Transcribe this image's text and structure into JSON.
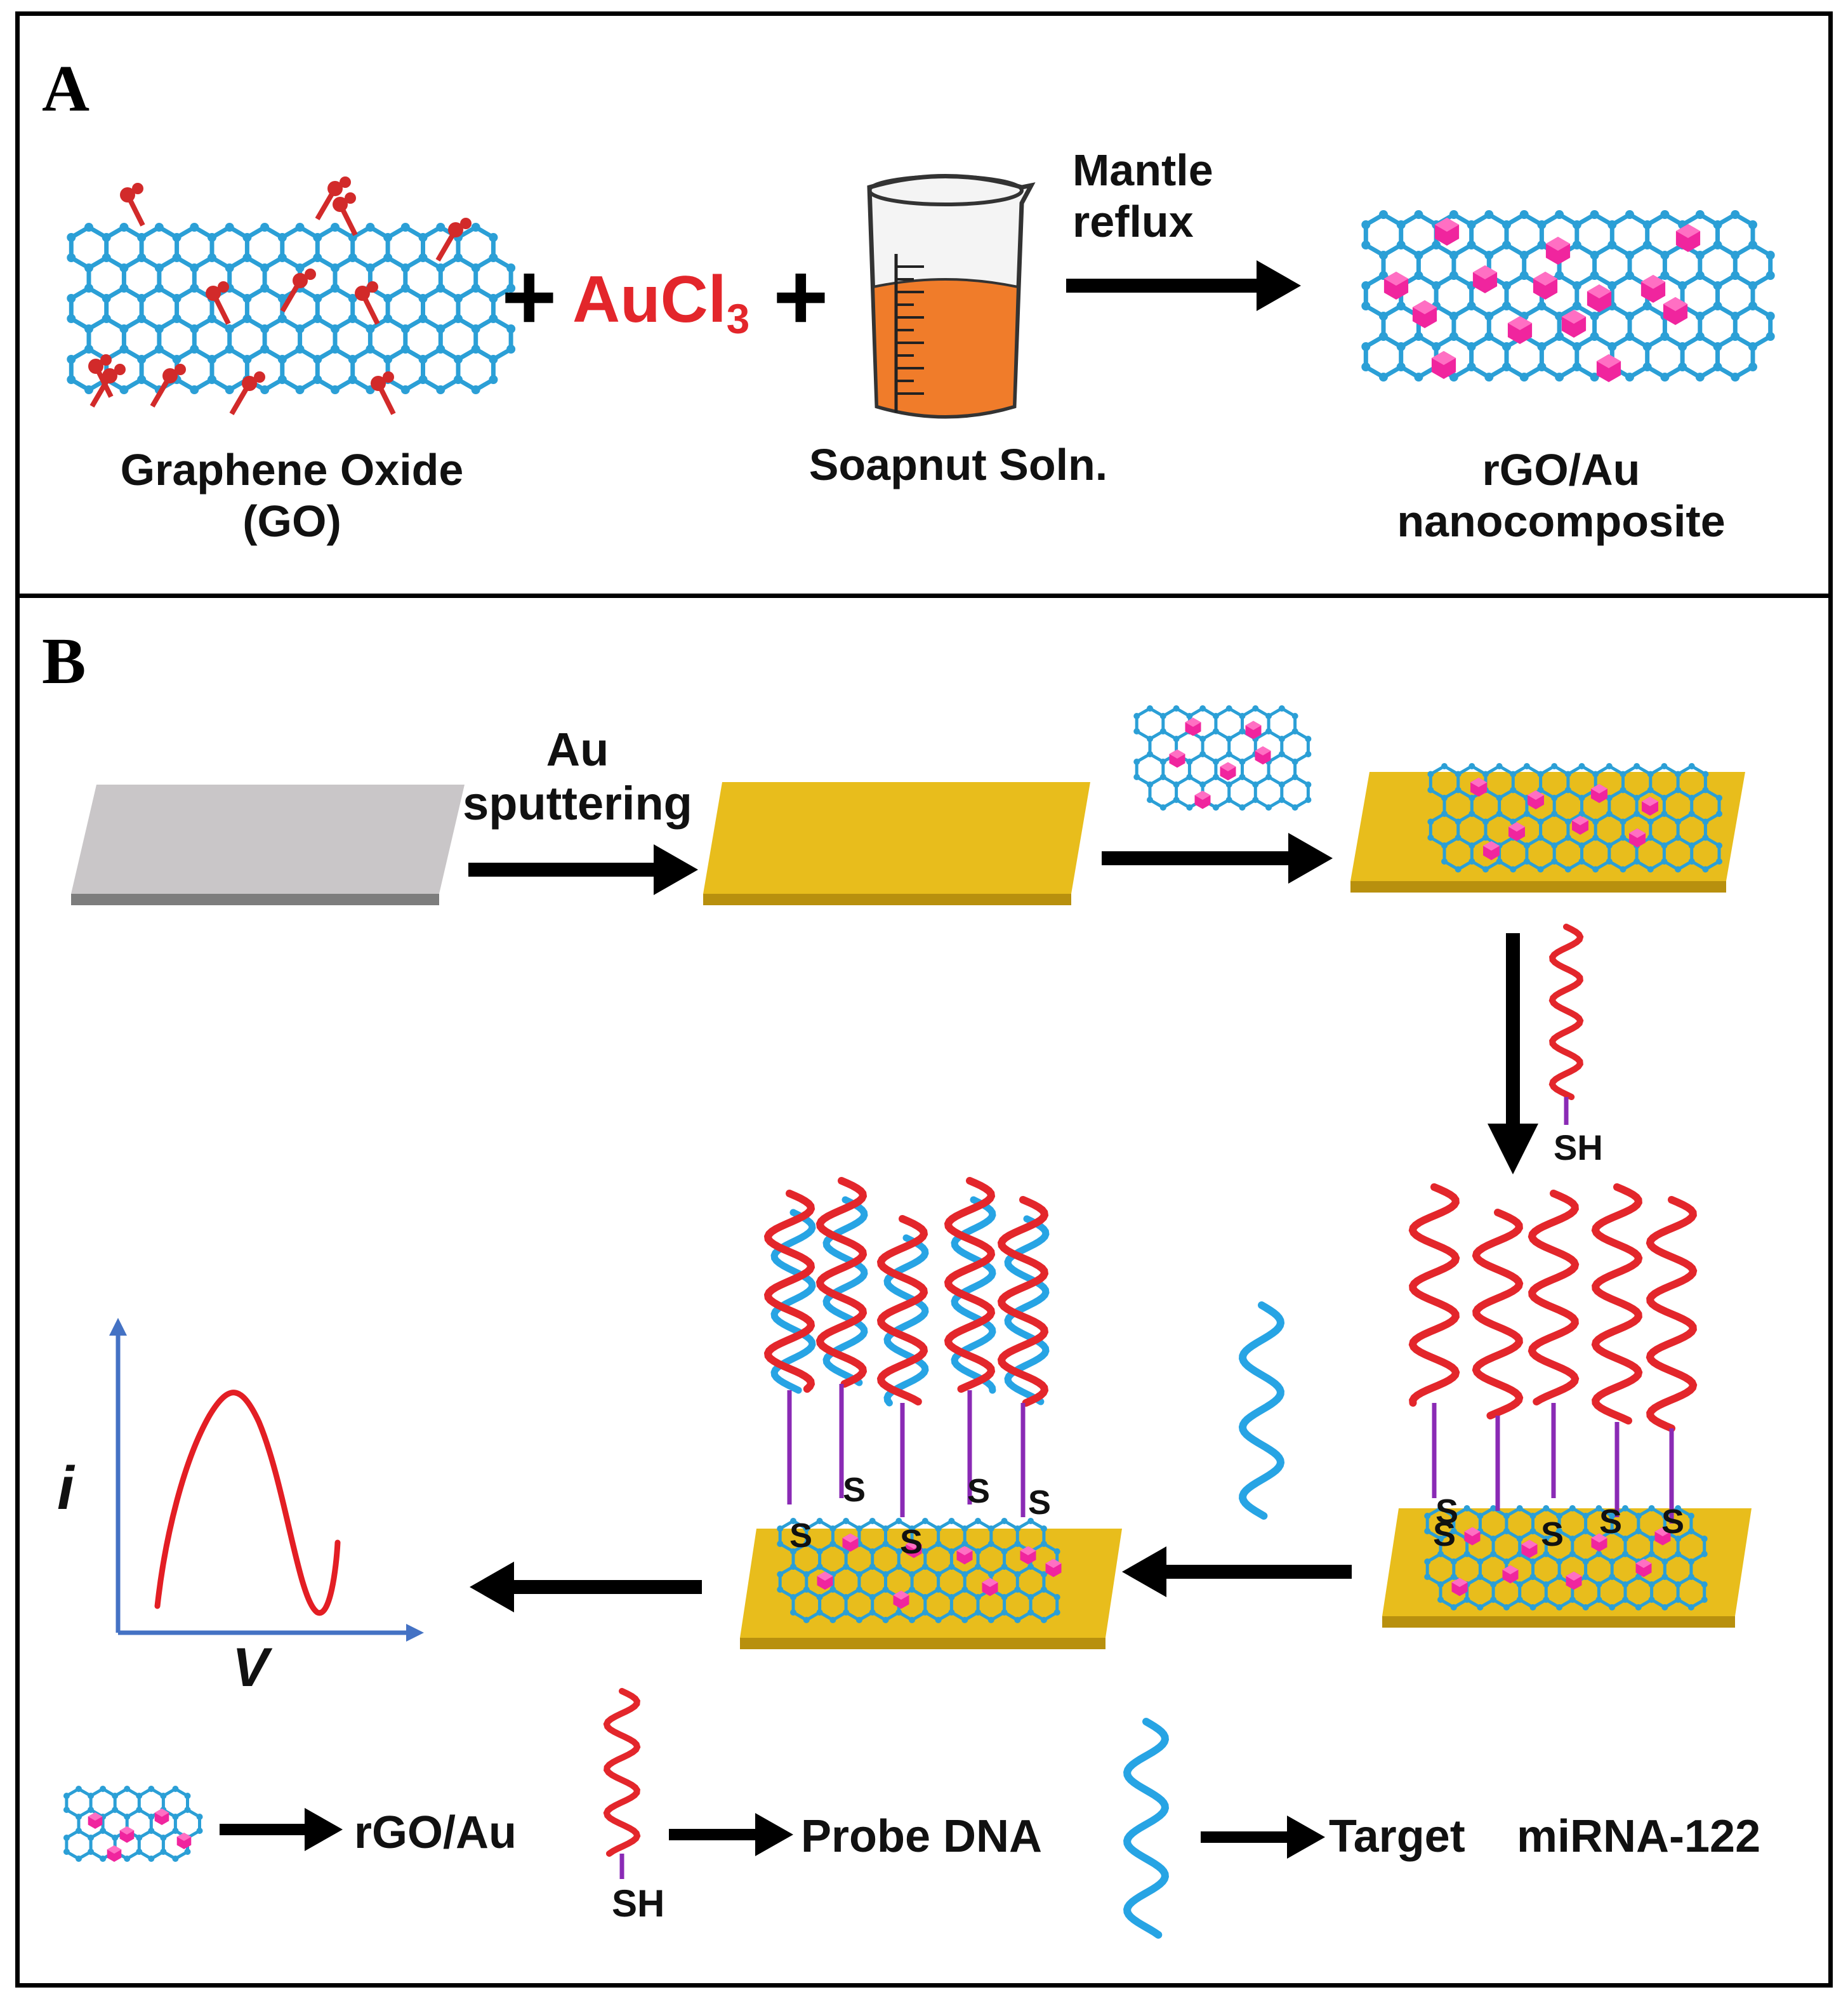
{
  "panel_a": {
    "letter": "A",
    "go_label_1": "Graphene Oxide",
    "go_label_2": "(GO)",
    "aucl3_main": "AuCl",
    "aucl3_sub": "3",
    "plus": "+",
    "soapnut_label": "Soapnut Soln.",
    "arrow_label_1": "Mantle",
    "arrow_label_2": "reflux",
    "product_label_1": "rGO/Au",
    "product_label_2": "nanocomposite"
  },
  "panel_b": {
    "letter": "B",
    "step1_label_1": "Au",
    "step1_label_2": "sputtering",
    "sh_label": "SH",
    "s_label": "S",
    "plot_y_label": "i",
    "plot_x_label": "V",
    "legend": {
      "rgo_au": "rGO/Au",
      "probe_dna": "Probe DNA",
      "probe_sh": "SH",
      "target_1": "Target",
      "target_2": "miRNA-122"
    }
  },
  "colors": {
    "lattice": "#2b9fd6",
    "oxide": "#d22a2a",
    "au_particle": "#f0259e",
    "gold_plate": "#e8bd1c",
    "probe_dna": "#e3262b",
    "target_rna": "#27a4e4",
    "linker": "#8a2ab5",
    "plot_axis": "#4472c4",
    "plot_curve": "#e31e24"
  }
}
